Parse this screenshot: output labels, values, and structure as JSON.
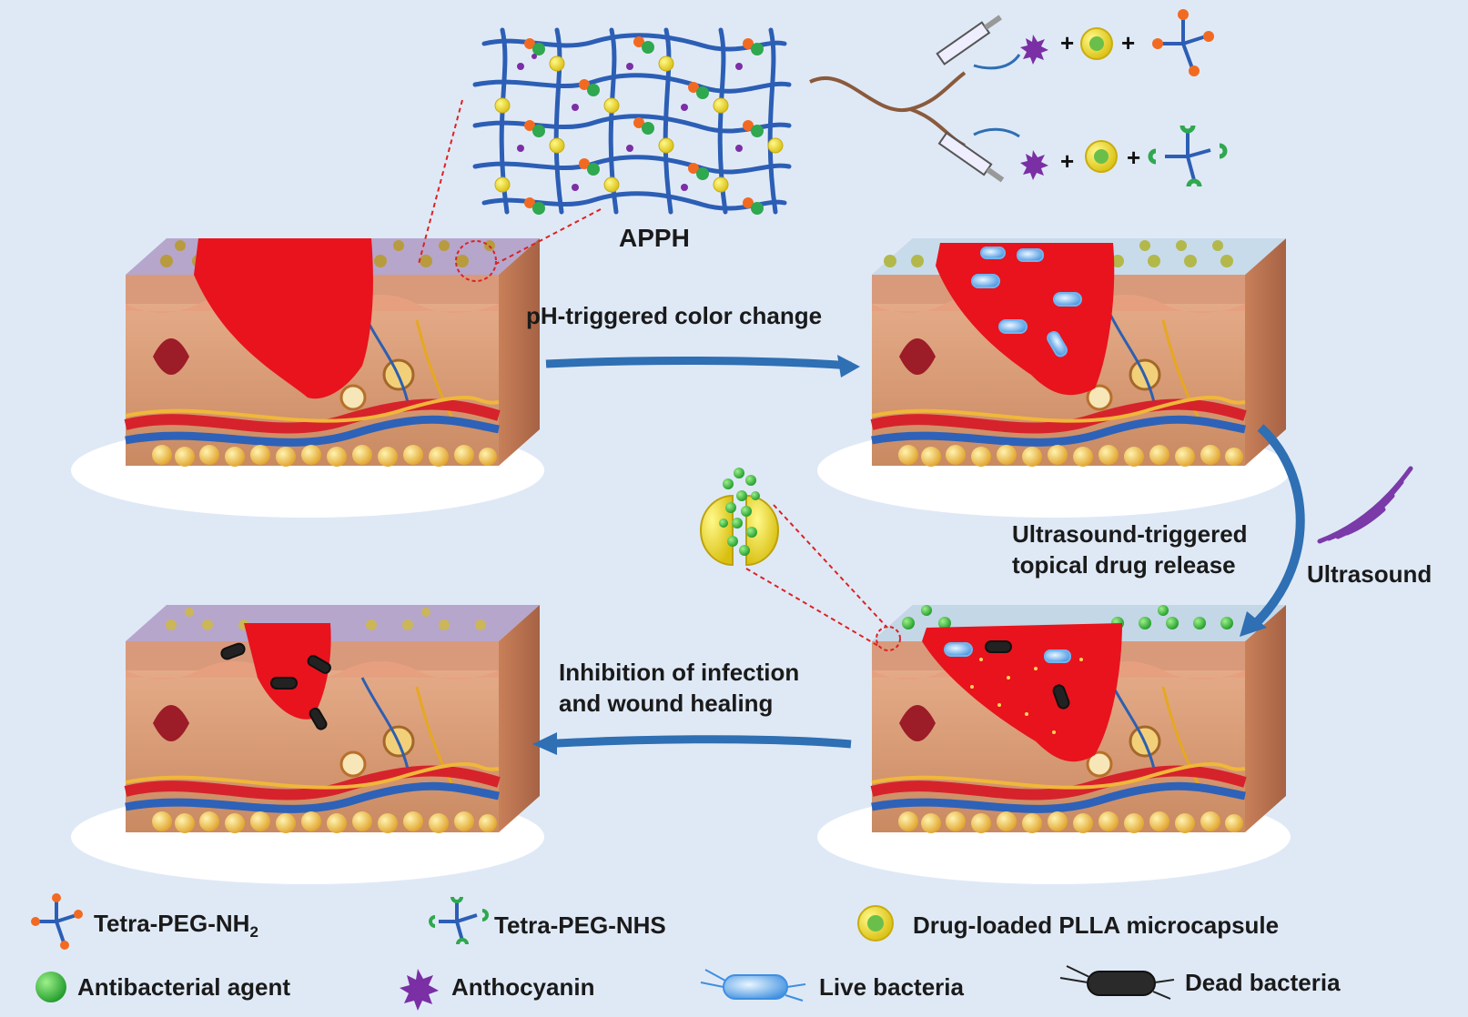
{
  "title": "APPH",
  "steps": {
    "step1": "pH-triggered color change",
    "step2_line1": "Ultrasound-triggered",
    "step2_line2": "topical drug release",
    "ultrasound": "Ultrasound",
    "step3_line1": "Inhibition of infection",
    "step3_line2": "and wound healing"
  },
  "legend": {
    "tetra_nh2_base": "Tetra-PEG-NH",
    "tetra_nh2_sub": "2",
    "tetra_nhs": "Tetra-PEG-NHS",
    "microcapsule": "Drug-loaded PLLA microcapsule",
    "antibacterial": "Antibacterial agent",
    "anthocyanin": "Anthocyanin",
    "live_bacteria": "Live bacteria",
    "dead_bacteria": "Dead bacteria"
  },
  "colors": {
    "background": "#dfe9f6",
    "wound": "#e8131d",
    "network": "#2c5eb5",
    "arrow": "#2f6fb3",
    "anthocyanin": "#7b2fa5",
    "capsule": "#e8d62a",
    "nh2_end": "#f26a21",
    "nhs_end": "#2fa84f",
    "ultrasound": "#7a3aa8"
  }
}
